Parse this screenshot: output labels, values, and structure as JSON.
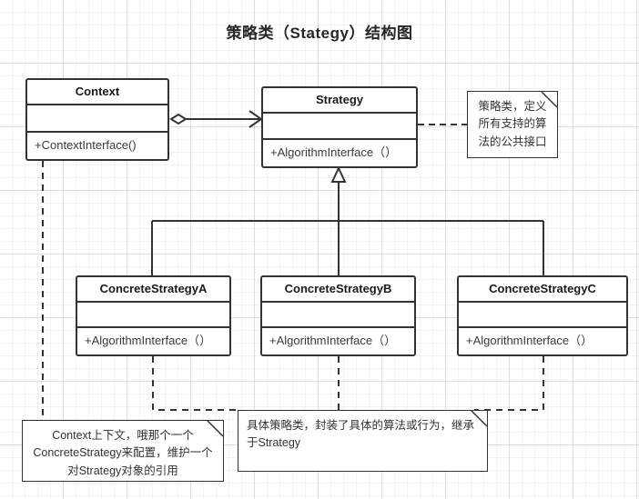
{
  "diagram": {
    "title": "策略类（Stategy）结构图",
    "type": "uml-class-diagram"
  },
  "classes": [
    {
      "id": "context",
      "name": "Context",
      "attributes": "",
      "operations": "+ContextInterface()"
    },
    {
      "id": "strategy",
      "name": "Strategy",
      "attributes": "",
      "operations": "+AlgorithmInterface（）"
    },
    {
      "id": "concrete-strategy-a",
      "name": "ConcreteStrategyA",
      "attributes": "",
      "operations": "+AlgorithmInterface（）"
    },
    {
      "id": "concrete-strategy-b",
      "name": "ConcreteStrategyB",
      "attributes": "",
      "operations": "+AlgorithmInterface（）"
    },
    {
      "id": "concrete-strategy-c",
      "name": "ConcreteStrategyC",
      "attributes": "",
      "operations": "+AlgorithmInterface（）"
    }
  ],
  "notes": [
    {
      "id": "note-strategy",
      "text": "策略类，定义所有支持的算法的公共接口",
      "attached_to": "strategy"
    },
    {
      "id": "note-context",
      "text": "Context上下文，哦那个一个ConcreteStrategy来配置，维护一个对Strategy对象的引用",
      "attached_to": "context"
    },
    {
      "id": "note-concrete",
      "text": "具体策略类，封装了具体的算法或行为，继承于Strategy",
      "attached_to": "concrete-strategies"
    }
  ],
  "relationships": [
    {
      "id": "rel-aggregation",
      "kind": "aggregation",
      "from": "context",
      "to": "strategy",
      "style": "solid",
      "source_marker": "hollow-diamond",
      "target_marker": "open-arrow"
    },
    {
      "id": "rel-inherit-a",
      "kind": "generalization",
      "from": "concrete-strategy-a",
      "to": "strategy",
      "style": "solid",
      "target_marker": "hollow-triangle"
    },
    {
      "id": "rel-inherit-b",
      "kind": "generalization",
      "from": "concrete-strategy-b",
      "to": "strategy",
      "style": "solid",
      "target_marker": "hollow-triangle"
    },
    {
      "id": "rel-inherit-c",
      "kind": "generalization",
      "from": "concrete-strategy-c",
      "to": "strategy",
      "style": "solid",
      "target_marker": "hollow-triangle"
    },
    {
      "id": "rel-note-strategy",
      "kind": "note-anchor",
      "from": "strategy",
      "to": "note-strategy",
      "style": "dashed"
    },
    {
      "id": "rel-note-context",
      "kind": "note-anchor",
      "from": "context",
      "to": "note-context",
      "style": "dashed"
    },
    {
      "id": "rel-note-concrete",
      "kind": "note-anchor",
      "from": "concrete-strategies",
      "to": "note-concrete",
      "style": "dashed"
    }
  ],
  "colors": {
    "stroke": "#333333",
    "text": "#333333",
    "background": "#ffffff",
    "grid_minor": "#f0f0f0",
    "grid_major": "#e4e4e4"
  }
}
